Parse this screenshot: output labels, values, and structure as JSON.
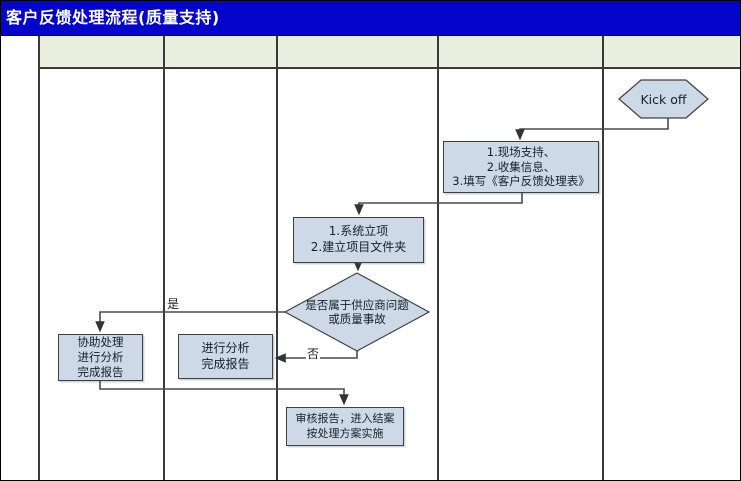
{
  "title": "客户反馈处理流程(质量支持)",
  "table": {
    "lane_header_cells": [
      "",
      "",
      "",
      "",
      ""
    ]
  },
  "flow": {
    "kickoff": {
      "label": "Kick off"
    },
    "collect": {
      "line1": "1.现场支持、",
      "line2": "2.收集信息、",
      "line3": "3.填写《客户反馈处理表》"
    },
    "project": {
      "line1": "1.系统立项",
      "line2": "2.建立项目文件夹"
    },
    "decision": {
      "line1": "是否属于供应商问题",
      "line2": "或质量事故"
    },
    "assist": {
      "line1": "协助处理",
      "line2": "进行分析",
      "line3": "完成报告"
    },
    "analyze": {
      "line1": "进行分析",
      "line2": "完成报告"
    },
    "review": {
      "line1": "审核报告，进入结案",
      "line2": "按处理方案实施"
    },
    "labels": {
      "yes": "是",
      "no": "否"
    }
  },
  "colors": {
    "title_bar_blue": "#0404cb",
    "header_cell_green": "#ebefdf",
    "shape_fill_blue": "#cdd9e6",
    "shape_border": "#404040",
    "connector_gray": "#4a4a4a",
    "grid_line": "#3a3a3a"
  }
}
